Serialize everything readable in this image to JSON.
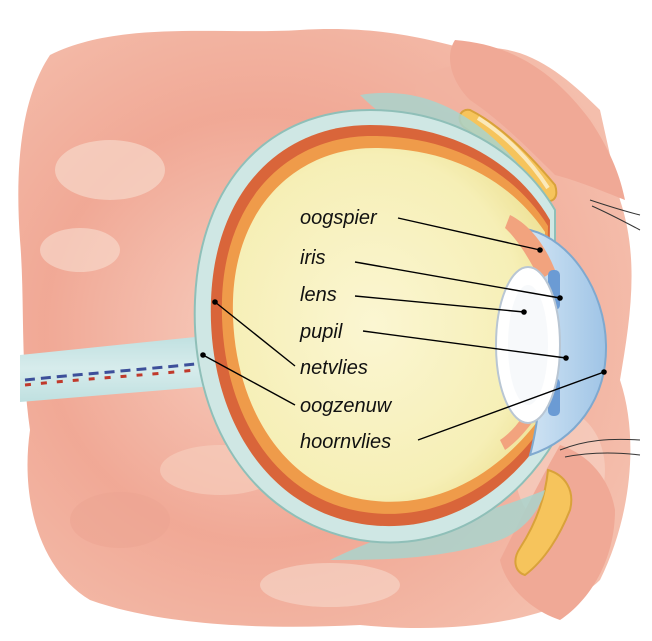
{
  "labels": {
    "oogspier": "oogspier",
    "iris": "iris",
    "lens": "lens",
    "pupil": "pupil",
    "netvlies": "netvlies",
    "oogzenuw": "oogzenuw",
    "hoornvlies": "hoornvlies"
  }
}
